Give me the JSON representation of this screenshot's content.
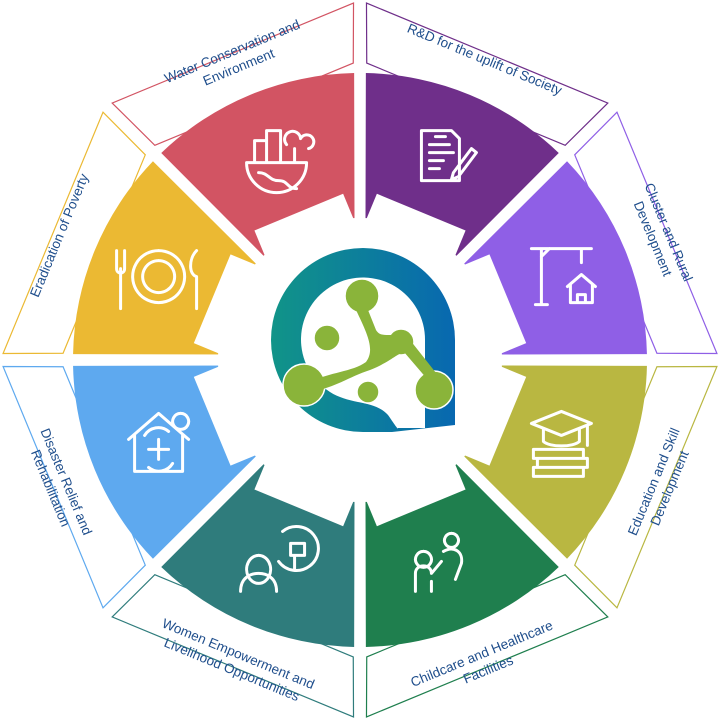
{
  "title": "Focus areas",
  "segments": [
    {
      "id": "rnd",
      "lines": [
        "R&D for the uplift of Society"
      ],
      "color": "#6f2f8a",
      "icon": "document-pen-icon"
    },
    {
      "id": "cluster",
      "lines": [
        "Cluster and Rural",
        "Development"
      ],
      "color": "#8f5fe6",
      "icon": "crane-house-icon"
    },
    {
      "id": "education",
      "lines": [
        "Education and Skill",
        "Development"
      ],
      "color": "#b9b741",
      "icon": "graduation-books-icon"
    },
    {
      "id": "childcare",
      "lines": [
        "Childcare and Healthcare",
        "Facilities"
      ],
      "color": "#1f7f4e",
      "icon": "parent-child-icon"
    },
    {
      "id": "women",
      "lines": [
        "Women Empowerment and",
        "Livelihood Opportunities"
      ],
      "color": "#2f7c7c",
      "icon": "woman-fist-icon"
    },
    {
      "id": "disaster",
      "lines": [
        "Disaster Relief and",
        "Rehabilitation"
      ],
      "color": "#5ea9ef",
      "icon": "house-medical-icon"
    },
    {
      "id": "poverty",
      "lines": [
        "Eradication of Poverty"
      ],
      "color": "#ebb933",
      "icon": "plate-cutlery-icon"
    },
    {
      "id": "water",
      "lines": [
        "Water Conservation and",
        "Environment"
      ],
      "color": "#d25463",
      "icon": "city-nature-icon"
    }
  ],
  "logo": {
    "gradient_start": "#119488",
    "gradient_end": "#0868b0",
    "accent": "#8ab43a"
  }
}
